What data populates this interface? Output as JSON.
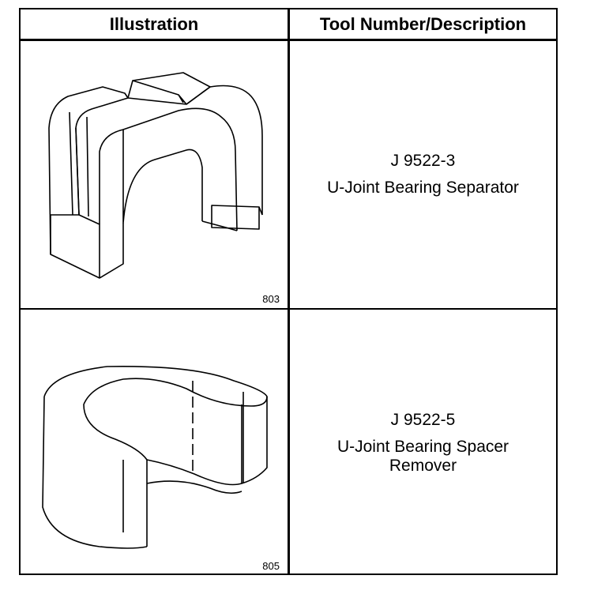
{
  "header": {
    "illustration_label": "Illustration",
    "tool_label": "Tool Number/Description"
  },
  "rows": [
    {
      "figure_number": "803",
      "tool_number": "J 9522-3",
      "description_lines": [
        "U-Joint Bearing Separator"
      ]
    },
    {
      "figure_number": "805",
      "tool_number": "J 9522-5",
      "description_lines": [
        "U-Joint Bearing Spacer",
        "Remover"
      ]
    }
  ]
}
